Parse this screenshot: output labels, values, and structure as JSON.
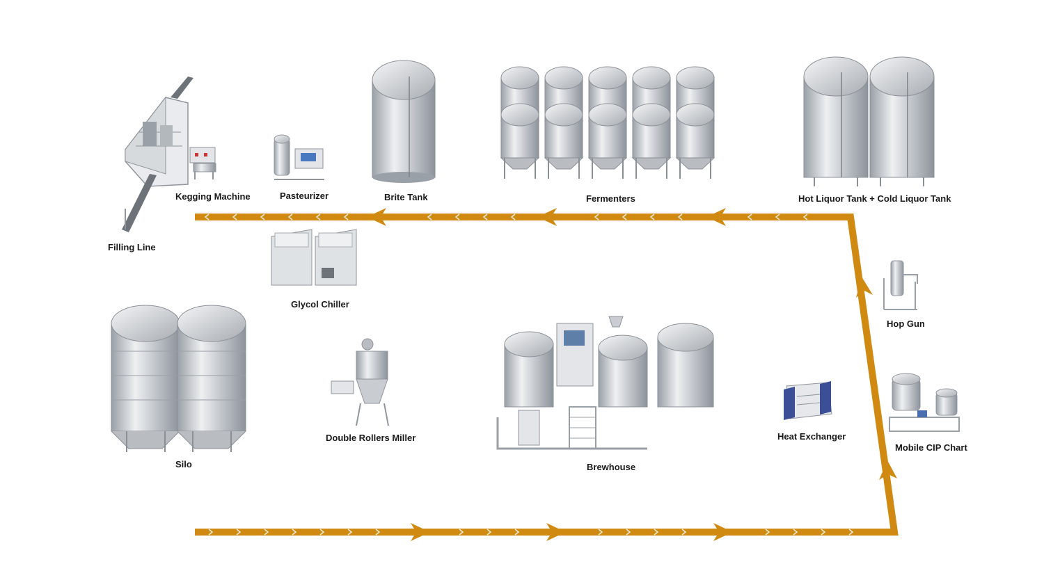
{
  "colors": {
    "flow": "#d08a12",
    "steel": "#c9ccd0",
    "steel_dark": "#8f959c",
    "label": "#1a1a1a"
  },
  "labels": {
    "filling_line": "Filling Line",
    "kegging_machine": "Kegging Machine",
    "pasteurizer": "Pasteurizer",
    "brite_tank": "Brite Tank",
    "fermenters": "Fermenters",
    "liquor_tanks": "Hot Liquor Tank + Cold Liquor Tank",
    "glycol_chiller": "Glycol Chiller",
    "hop_gun": "Hop Gun",
    "silo": "Silo",
    "double_rollers_miller": "Double Rollers Miller",
    "brewhouse": "Brewhouse",
    "heat_exchanger": "Heat Exchanger",
    "mobile_cip": "Mobile CIP Chart"
  },
  "flow_direction": "counter-clockwise: bottom line left-to-right, right side upward, top line right-to-left"
}
